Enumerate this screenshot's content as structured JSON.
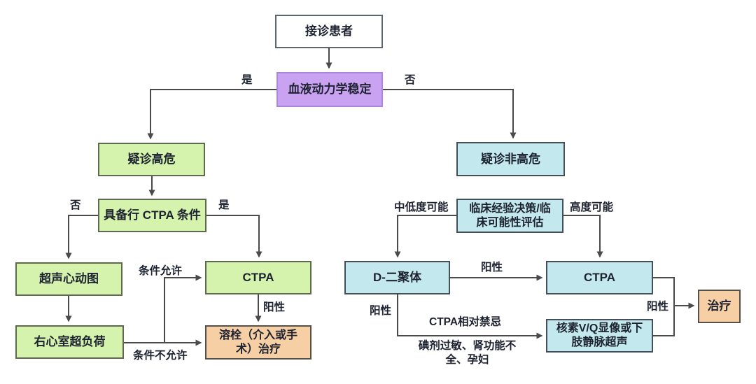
{
  "diagram": {
    "nodes": {
      "start": {
        "label": "接诊患者"
      },
      "hemodynamic": {
        "label": "血液动力学稳定"
      },
      "suspect_high": {
        "label": "疑诊高危"
      },
      "ctpa_condition": {
        "label": "具备行 CTPA 条件"
      },
      "echo": {
        "label": "超声心动图"
      },
      "rv_overload": {
        "label": "右心室超负荷"
      },
      "ctpa_left": {
        "label": "CTPA"
      },
      "thrombolysis": {
        "label": "溶栓（介入或手\n术）治疗"
      },
      "suspect_nonhigh": {
        "label": "疑诊非高危"
      },
      "clinical_eval": {
        "label": "临床经验决策/临\n床可能性评估"
      },
      "d_dimer": {
        "label": "D-二聚体"
      },
      "ctpa_right": {
        "label": "CTPA"
      },
      "vq_scan": {
        "label": "核素V/Q显像或下\n肢静脉超声"
      },
      "treatment": {
        "label": "治疗"
      }
    },
    "edge_labels": {
      "yes_left": "是",
      "no_right": "否",
      "no_ctpa_condition": "否",
      "yes_ctpa_condition": "是",
      "condition_allow": "条件允许",
      "condition_not_allow": "条件不允许",
      "positive_ctpa_left": "阳性",
      "mid_low_probability": "中低度可能",
      "high_probability": "高度可能",
      "positive_ddimer_right": "阳性",
      "positive_ddimer_down": "阳性",
      "ctpa_contraindicated": "CTPA相对禁忌",
      "contraindication_detail": "碘剂过敏、肾功能不\n全、孕妇",
      "positive_to_treatment": "阳性"
    },
    "colors": {
      "white": "#ffffff",
      "purple": "#caa2f2",
      "green": "#d5f3ad",
      "cyan": "#c3e9ee",
      "orange": "#f7cfa5",
      "line": "#4a4a4a",
      "text": "#1d2230",
      "border_white": "#5c6670",
      "border_purple": "#a985e3",
      "border_green": "#5e6a4e",
      "border_cyan": "#454f58",
      "border_orange": "#55504a"
    }
  }
}
